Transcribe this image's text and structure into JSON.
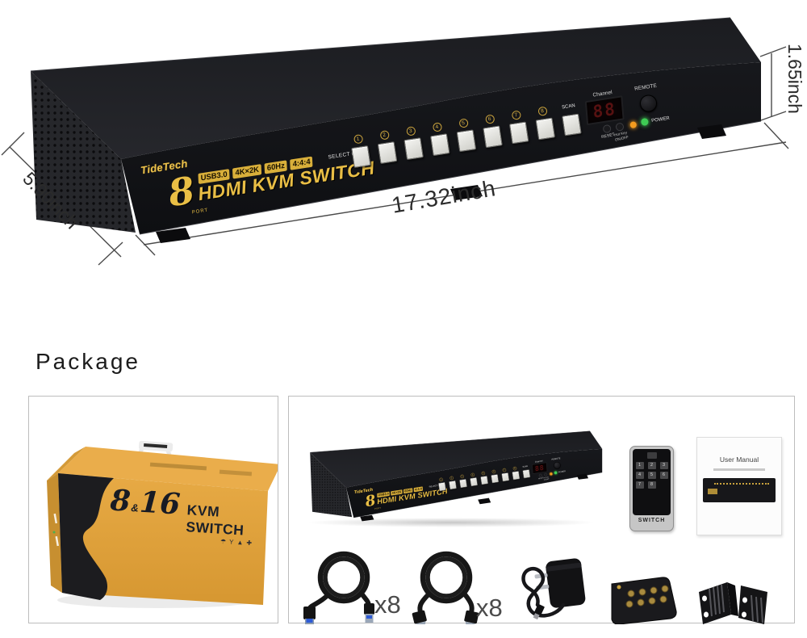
{
  "device": {
    "brand": "TideTech",
    "port_number": "8",
    "port_word": "PORT",
    "badges": [
      "USB3.0",
      "4K×2K",
      "60Hz",
      "4:4:4"
    ],
    "title": "HDMI KVM SWITCH",
    "front_panel": {
      "select_label": "SELECT ▸",
      "port_buttons": [
        "1",
        "2",
        "3",
        "4",
        "5",
        "6",
        "7",
        "8"
      ],
      "scan_label": "SCAN",
      "channel_label": "Channel",
      "channel_value": "88",
      "remote_label": "REMOTE",
      "reset_label": "RESET",
      "hotkey_label_line1": "Hot Key",
      "hotkey_label_line2": "ON/OFF",
      "power_label": "POWER"
    },
    "dimensions": {
      "height": "1.65inch",
      "depth": "5.90inch",
      "width": "17.32inch"
    }
  },
  "package": {
    "heading": "Package",
    "box": {
      "number_8": "8",
      "ampersand": "&",
      "number_16": "16",
      "title": "KVM SWITCH",
      "icons": [
        "☂",
        "Y",
        "▲",
        "✚"
      ]
    },
    "remote": {
      "buttons": [
        "1",
        "2",
        "3",
        "4",
        "5",
        "6",
        "7",
        "8"
      ],
      "label": "SWITCH"
    },
    "manual": {
      "title": "User Manual"
    },
    "usb_cable_qty": "x8",
    "hdmi_cable_qty": "x8"
  }
}
